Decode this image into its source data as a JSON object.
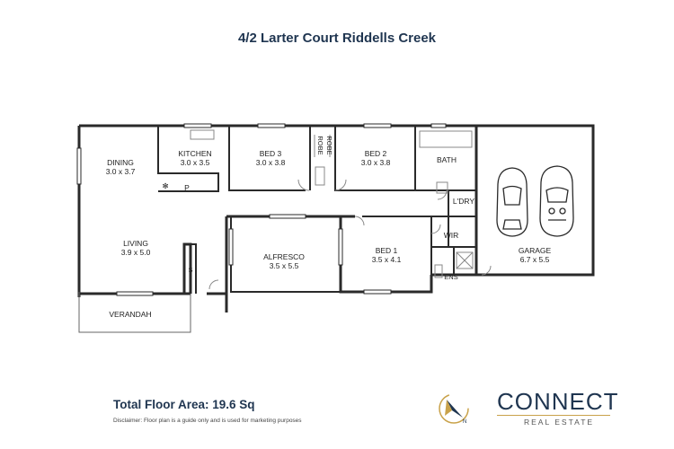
{
  "title": "4/2 Larter Court Riddells Creek",
  "rooms": {
    "dining": {
      "name": "DINING",
      "size": "3.0 x 3.7"
    },
    "kitchen": {
      "name": "KITCHEN",
      "size": "3.0 x 3.5"
    },
    "bed3": {
      "name": "BED 3",
      "size": "3.0 x 3.8"
    },
    "robe1": "ROBE",
    "robe2": "ROBE",
    "bed2": {
      "name": "BED 2",
      "size": "3.0 x 3.8"
    },
    "bath": "BATH",
    "ldry": "L'DRY",
    "garage": {
      "name": "GARAGE",
      "size": "6.7 x 5.5"
    },
    "living": {
      "name": "LIVING",
      "size": "3.9 x 5.0"
    },
    "alfresco": {
      "name": "ALFRESCO",
      "size": "3.5 x 5.5"
    },
    "bed1": {
      "name": "BED 1",
      "size": "3.5 x 4.1"
    },
    "wir": "WIR",
    "ens": "ENS",
    "verandah": "VERANDAH",
    "pantry": "P",
    "storage": "S"
  },
  "footer": {
    "total": "Total Floor Area: 19.6 Sq",
    "disclaimer": "Disclaimer: Floor plan is a guide only and is used for marketing purposes"
  },
  "logo": {
    "brand": "CONNECT",
    "tagline": "REAL ESTATE",
    "compass_letter": "N"
  },
  "colors": {
    "title": "#1f3550",
    "wall": "#2a2a2a",
    "accent": "#c9a24a"
  }
}
